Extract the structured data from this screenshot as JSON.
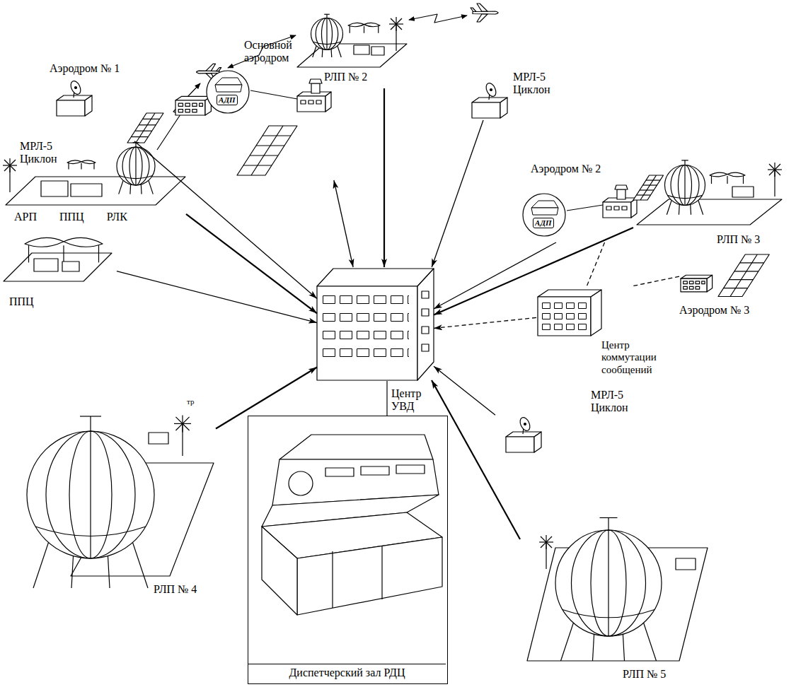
{
  "diagram": {
    "nodes": [
      {
        "text": [
          "РЛП № 2"
        ]
      },
      {
        "text": [
          "Аэродром № 1",
          "МРЛ-5 Циклон"
        ]
      },
      {
        "text": [
          "МРЛ-5 Циклон"
        ]
      },
      {
        "text": [
          "Основной аэродром"
        ]
      },
      {
        "text": [
          "АДП"
        ],
        "in": 3
      },
      {
        "text": [
          "Аэродром № 2"
        ]
      },
      {
        "text": [
          "АДП"
        ],
        "in": 5
      },
      {
        "text": [
          "РЛП № 3"
        ]
      },
      {
        "text": [
          "АРП ППЦ РЛК"
        ]
      },
      {
        "text": [
          "Аэродром № 3"
        ]
      },
      {
        "text": [
          "ППЦ"
        ]
      },
      {
        "text": [
          "Центр УВД"
        ]
      },
      {
        "text": [
          "Центр коммутации сообщений"
        ]
      },
      {
        "text": [
          "МРЛ-5 Циклон"
        ]
      },
      {
        "text": [
          "РЛП № 4"
        ]
      },
      {
        "text": [
          "Диспетчерский зал РДЦ"
        ]
      },
      {
        "text": [
          "РЛП № 5"
        ]
      }
    ],
    "edges": [
      {
        "from": 0,
        "to": 11,
        "arrow": "to"
      },
      {
        "from": 1,
        "to": 11,
        "arrow": "to"
      },
      {
        "from": 2,
        "to": 11,
        "arrow": "to"
      },
      {
        "from": 3,
        "to": 11,
        "arrow": "both"
      },
      {
        "from": 5,
        "to": 11,
        "arrow": "to"
      },
      {
        "from": 7,
        "to": 11,
        "arrow": "to"
      },
      {
        "from": 5,
        "to": 12,
        "arrow": "none"
      },
      {
        "from": 9,
        "to": 12,
        "arrow": "none"
      },
      {
        "from": 12,
        "to": 11,
        "arrow": "to"
      },
      {
        "from": 13,
        "to": 11,
        "arrow": "to"
      },
      {
        "from": 8,
        "to": 11,
        "arrow": "to"
      },
      {
        "from": 10,
        "to": 11,
        "arrow": "to"
      },
      {
        "from": 14,
        "to": 11,
        "arrow": "to"
      },
      {
        "from": 16,
        "to": 11,
        "arrow": "to"
      }
    ],
    "labels": [
      "тр"
    ]
  }
}
